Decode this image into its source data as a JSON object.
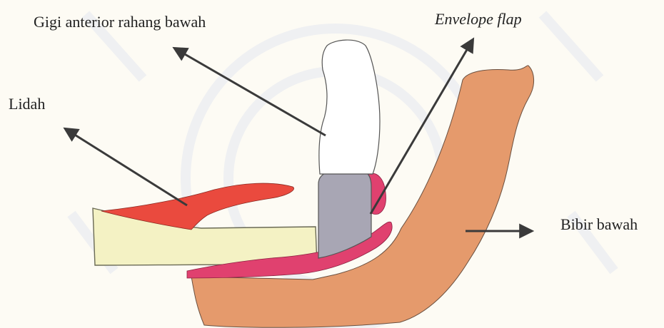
{
  "labels": {
    "teeth": "Gigi anterior rahang bawah",
    "flap": "Envelope flap",
    "tongue": "Lidah",
    "lip": "Bibir bawah"
  },
  "colors": {
    "background": "#fdfbf4",
    "watermark": "#eef0f5",
    "outline": "#4a4a4a",
    "lip": "#e59a6c",
    "flap": "#e0416f",
    "tongue": "#ea4a3e",
    "floor": "#f4f2c4",
    "tooth": "#ffffff",
    "bone": "#a8a6b4",
    "arrow": "#3a3a3a"
  }
}
